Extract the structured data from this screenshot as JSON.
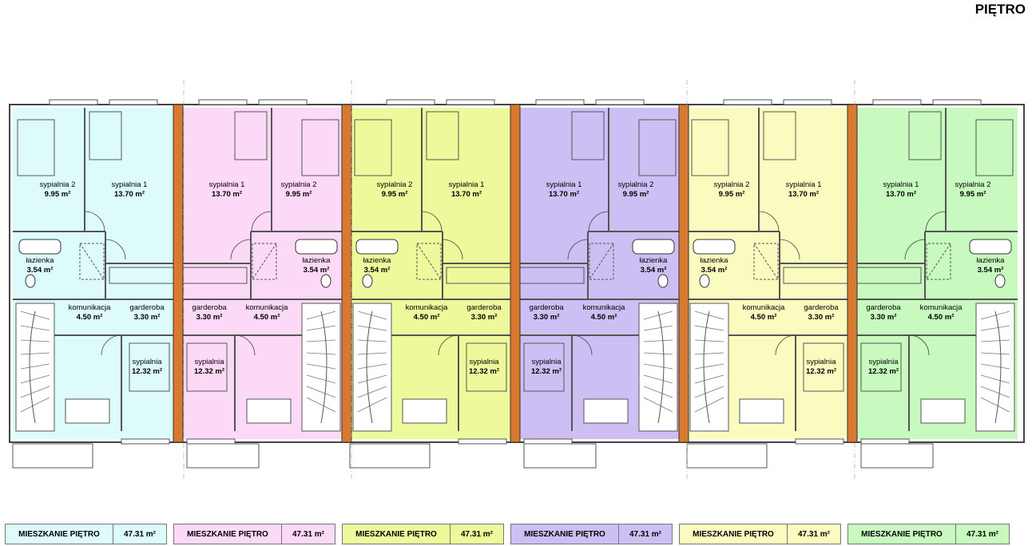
{
  "title": "PIĘTRO",
  "rooms": {
    "sypialnia_1": "sypialnia 1",
    "sypialnia_2": "sypialnia 2",
    "sypialnia": "sypialnia",
    "lazienka": "łazienka",
    "komunikacja": "komunikacja",
    "garderoba": "garderoba"
  },
  "areas": {
    "sypialnia_1": "13.70 m²",
    "sypialnia_2": "9.95 m²",
    "sypialnia": "12.32 m²",
    "lazienka": "3.54 m²",
    "komunikacja": "4.50 m²",
    "garderoba": "3.30 m²"
  },
  "units": [
    {
      "color": "#ddfbfb",
      "mirrored": false
    },
    {
      "color": "#fcd9f7",
      "mirrored": true
    },
    {
      "color": "#edf99a",
      "mirrored": false
    },
    {
      "color": "#cdbff3",
      "mirrored": true
    },
    {
      "color": "#fafbbf",
      "mirrored": false
    },
    {
      "color": "#c8f9bf",
      "mirrored": true
    }
  ],
  "wall_color": "#d9782f",
  "legend": [
    {
      "label": "MIESZKANIE PIĘTRO",
      "area": "47.31 m²",
      "color": "#ddfbfb"
    },
    {
      "label": "MIESZKANIE PIĘTRO",
      "area": "47.31 m²",
      "color": "#fcd9f7"
    },
    {
      "label": "MIESZKANIE PIĘTRO",
      "area": "47.31 m²",
      "color": "#edf99a"
    },
    {
      "label": "MIESZKANIE PIĘTRO",
      "area": "47.31 m²",
      "color": "#cdbff3"
    },
    {
      "label": "MIESZKANIE PIĘTRO",
      "area": "47.31 m²",
      "color": "#fafbbf"
    },
    {
      "label": "MIESZKANIE PIĘTRO",
      "area": "47.31 m²",
      "color": "#c8f9bf"
    }
  ]
}
